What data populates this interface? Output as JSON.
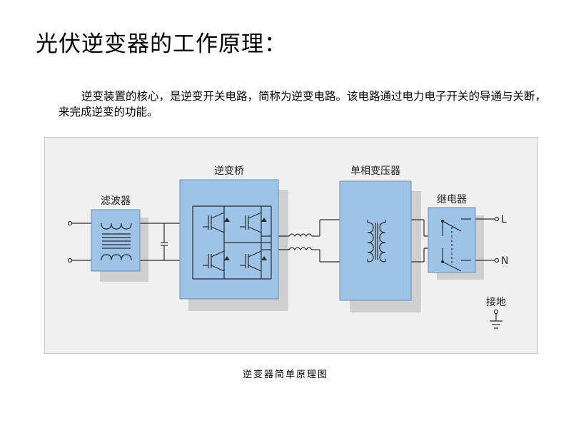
{
  "page": {
    "title": "光伏逆变器的工作原理：",
    "paragraph": "逆变装置的核心，是逆变开关电路，简称为逆变电路。该电路通过电力电子开关的导通与关断，来完成逆变的功能。",
    "caption": "逆变器简单原理图"
  },
  "diagram": {
    "blocks": {
      "filter": "滤波器",
      "inverter_bridge": "逆变桥",
      "transformer": "单相变压器",
      "relay": "继电器",
      "ground": "接地"
    },
    "terminals": {
      "L": "L",
      "N": "N"
    },
    "colors": {
      "block_fill": "#9dc3e6",
      "block_stroke": "#6a8fb5",
      "shadow": "#cfcfcf",
      "wire": "#2b2b2b",
      "background": "#f0f0f0"
    }
  }
}
